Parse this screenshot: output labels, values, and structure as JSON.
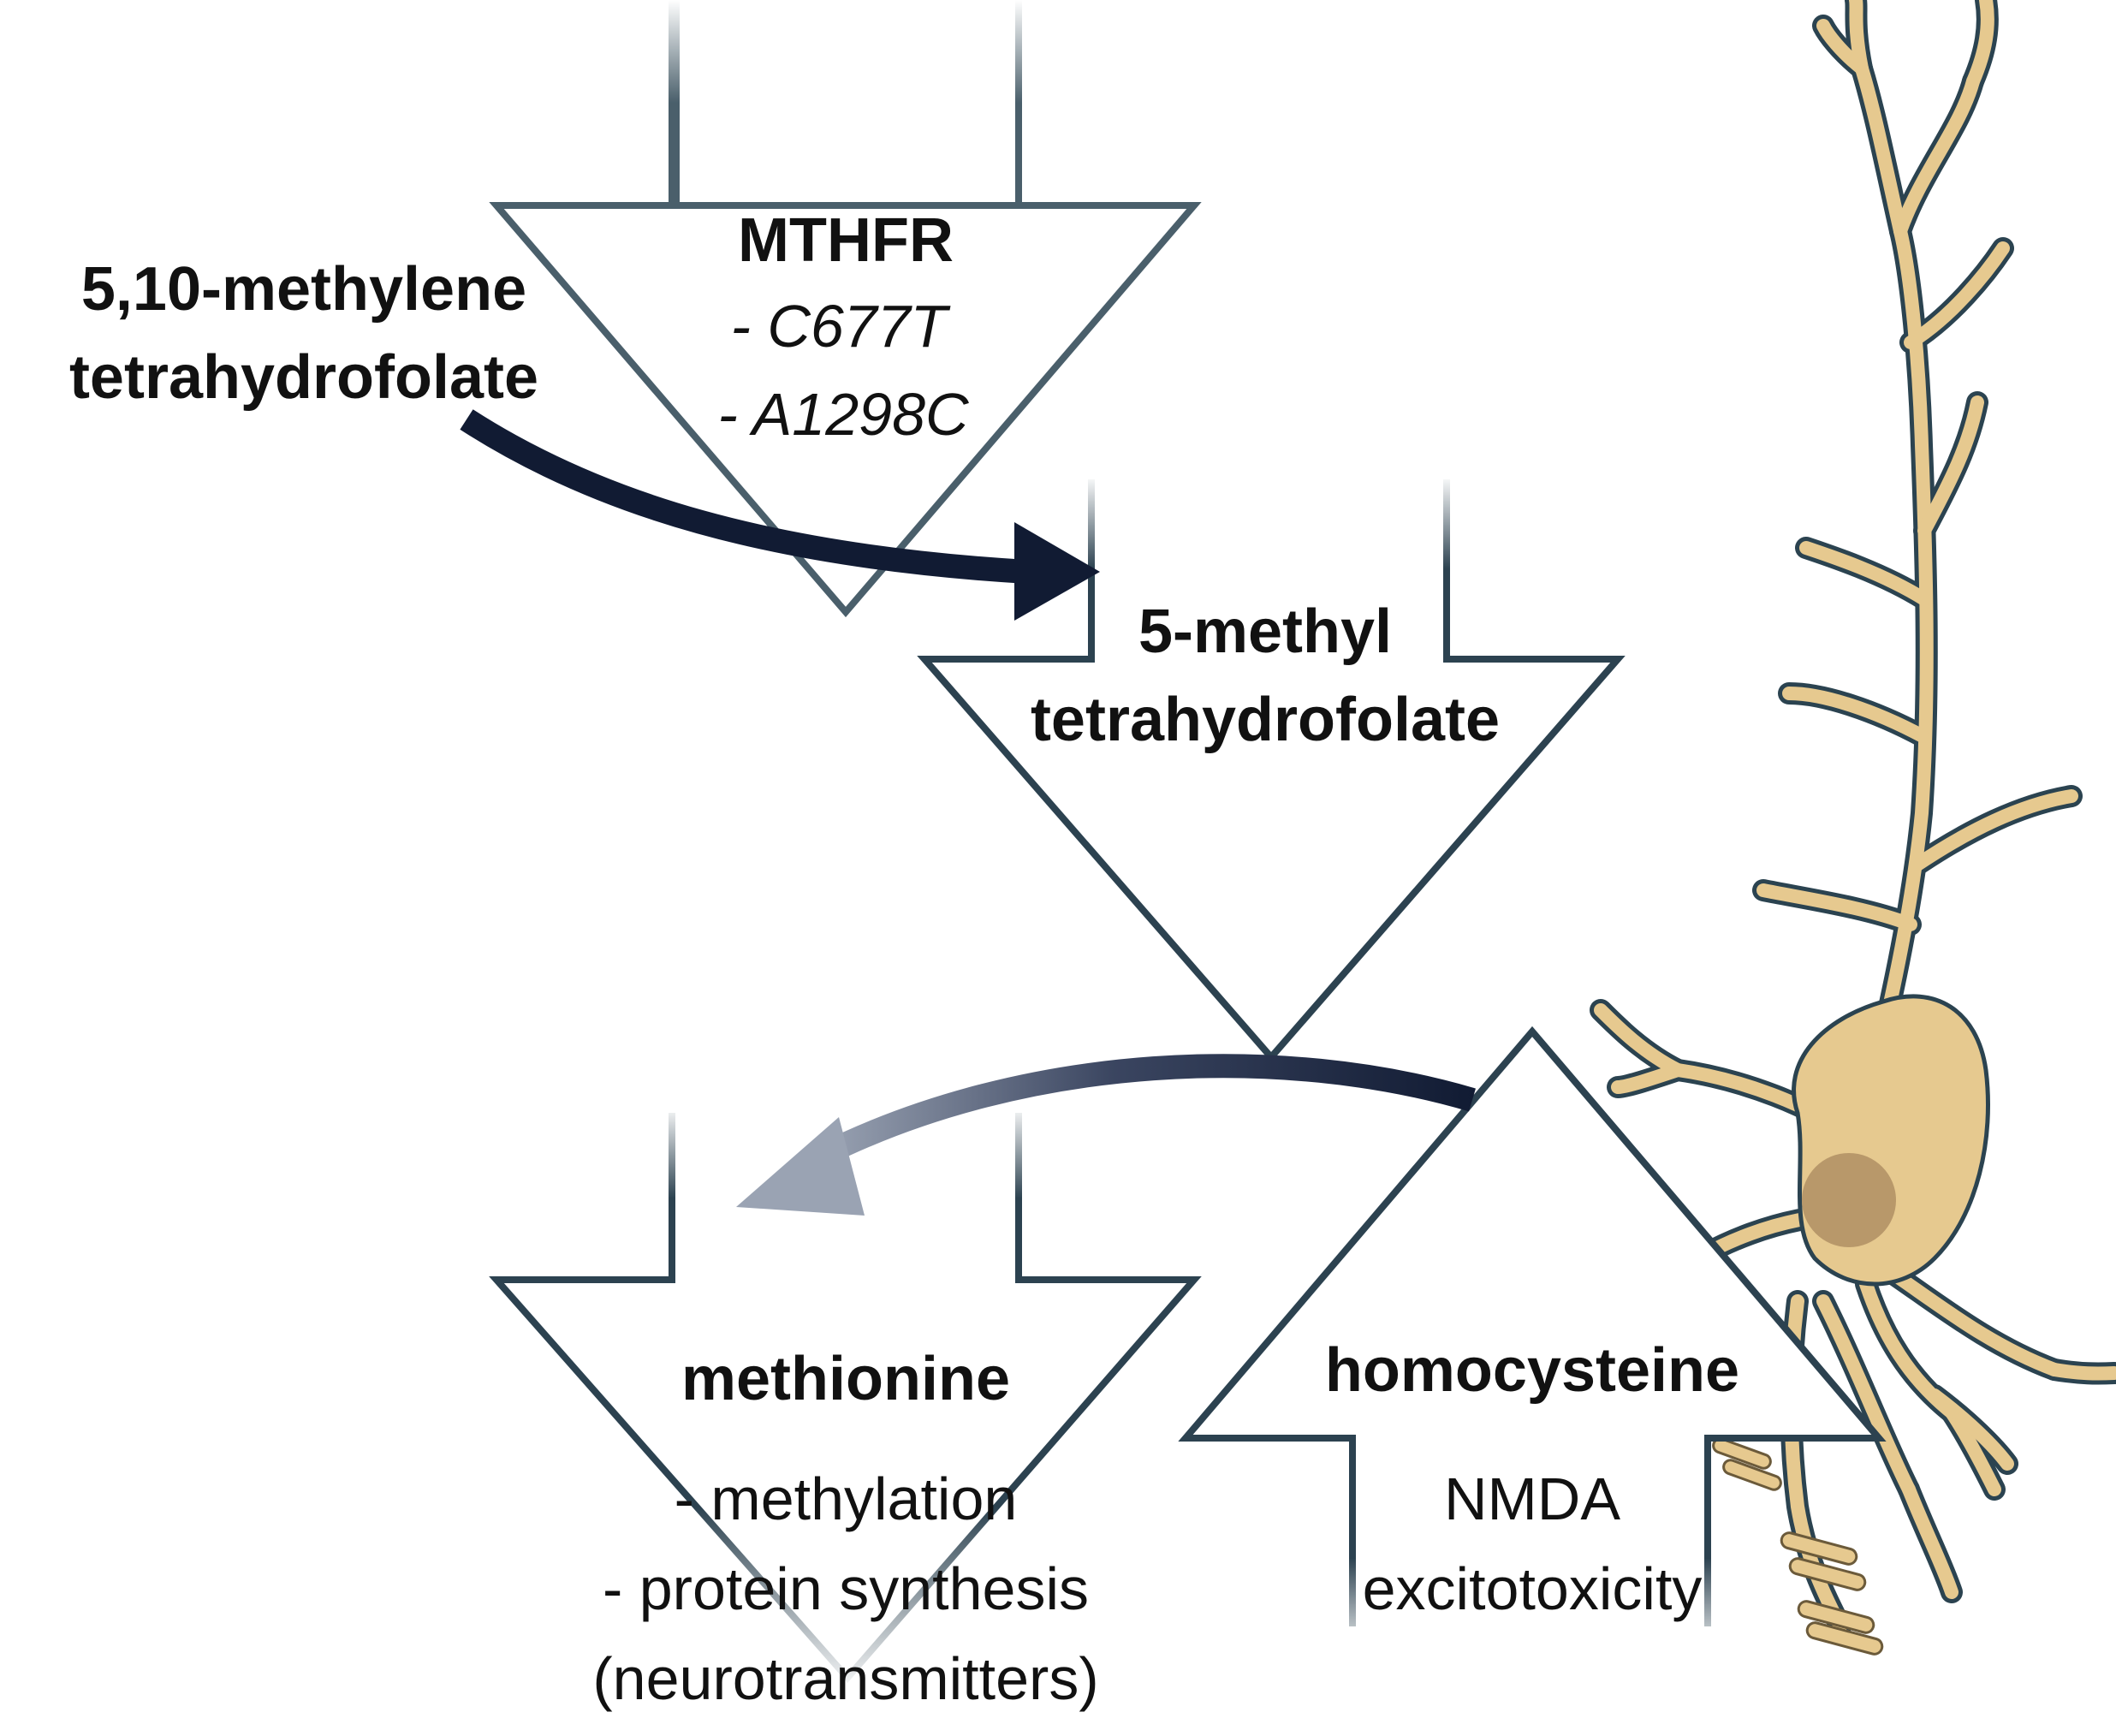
{
  "labels": {
    "substrate_line1": "5,10-methylene",
    "substrate_line2": "tetrahydrofolate",
    "enzyme_name": "MTHFR",
    "variant_1": "- C677T",
    "variant_2": "- A1298C",
    "product_line1": "5-methyl",
    "product_line2": "tetrahydrofolate",
    "methionine_title": "methionine",
    "methionine_role_1": "- methylation",
    "methionine_role_2": "- protein synthesis",
    "methionine_role_3": "(neurotransmitters)",
    "homocysteine_title": "homocysteine",
    "homocysteine_effect_1": "NMDA",
    "homocysteine_effect_2": "excitotoxicity"
  },
  "colors": {
    "arrow_outline": "#1f3340",
    "arrow_outline_faded": "#8a9aa4",
    "flow_arrow": "#111b33",
    "neuron_fill": "#e6c98f",
    "neuron_outline": "#2b4350",
    "nucleus": "#b8986a"
  },
  "icons": {
    "neuron": "neuron-icon",
    "receptor": "nmda-receptor-icon"
  }
}
